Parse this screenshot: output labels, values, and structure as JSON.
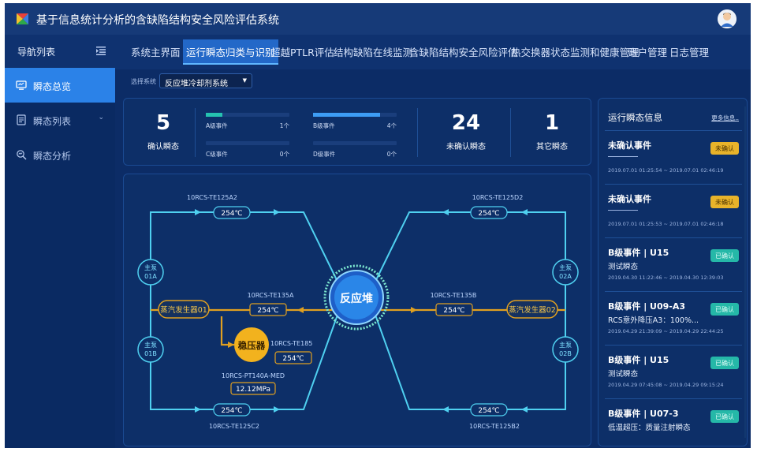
{
  "app": {
    "title": "基于信息统计分析的含缺陷结构安全风险评估系统"
  },
  "sidebar": {
    "title": "导航列表",
    "items": [
      {
        "label": "瞬态总览",
        "icon": "monitor-icon",
        "active": true
      },
      {
        "label": "瞬态列表",
        "icon": "list-icon",
        "active": false
      },
      {
        "label": "瞬态分析",
        "icon": "analysis-icon",
        "active": false
      }
    ]
  },
  "tabs": [
    {
      "label": "系统主界面",
      "active": false
    },
    {
      "label": "运行瞬态归类与识别",
      "active": true
    },
    {
      "label": "超越PTLR评估",
      "active": false
    },
    {
      "label": "结构缺陷在线监测",
      "active": false
    },
    {
      "label": "含缺陷结构安全风险评估",
      "active": false
    },
    {
      "label": "热交换器状态监测和健康管理",
      "active": false
    },
    {
      "label": "账户管理",
      "active": false
    },
    {
      "label": "日志管理",
      "active": false
    }
  ],
  "system_select": {
    "label": "选择系统",
    "value": "反应堆冷却剂系统"
  },
  "stats": {
    "confirmed": {
      "value": "5",
      "label": "确认瞬态"
    },
    "unconfirmed": {
      "value": "24",
      "label": "未确认瞬态"
    },
    "other": {
      "value": "1",
      "label": "其它瞬态"
    },
    "grades": [
      {
        "name": "A级事件",
        "count": "1个",
        "fraction": 0.2,
        "color": "#25c2b0"
      },
      {
        "name": "B级事件",
        "count": "4个",
        "fraction": 0.8,
        "color": "#3d9df5"
      },
      {
        "name": "C级事件",
        "count": "0个",
        "fraction": 0,
        "color": "#25c2b0"
      },
      {
        "name": "D级事件",
        "count": "0个",
        "fraction": 0,
        "color": "#3d9df5"
      }
    ]
  },
  "diagram": {
    "reactor": "反应堆",
    "pressurizer": "稳压器",
    "pump_a1": "主泵",
    "pump_a2": "01A",
    "pump_b1": "主泵",
    "pump_b2": "01B",
    "pump_c1": "主泵",
    "pump_c2": "02A",
    "pump_d1": "主泵",
    "pump_d2": "02B",
    "sg1": "蒸汽发生器01",
    "sg2": "蒸汽发生器02",
    "sensor_tl": {
      "tag": "10RCS-TE125A2",
      "value": "254℃"
    },
    "sensor_tr": {
      "tag": "10RCS-TE125D2",
      "value": "254℃"
    },
    "sensor_bl": {
      "tag": "10RCS-TE125C2",
      "value": "254℃"
    },
    "sensor_br": {
      "tag": "10RCS-TE125B2",
      "value": "254℃"
    },
    "sensor_ml": {
      "tag": "10RCS-TE135A",
      "value": "254℃"
    },
    "sensor_mr": {
      "tag": "10RCS-TE135B",
      "value": "254℃"
    },
    "sensor_pz": {
      "tag": "10RCS-TE185",
      "value": "254℃"
    },
    "sensor_pt": {
      "tag": "10RCS-PT140A-MED",
      "value": "12.12MPa"
    }
  },
  "info": {
    "title": "运行瞬态信息",
    "more": "更多信息..",
    "events": [
      {
        "title": "未确认事件",
        "desc": "",
        "time": "2019.07.01 01:25:54 ~ 2019.07.01 02:46:19",
        "badge": "未确认",
        "status": "unconfirmed"
      },
      {
        "title": "未确认事件",
        "desc": "",
        "time": "2019.07.01 01:25:53 ~ 2019.07.01 02:46:18",
        "badge": "未确认",
        "status": "unconfirmed"
      },
      {
        "title": "B级事件 | U15",
        "desc": "测试瞬态",
        "time": "2019.04.30 11:22:46 ~ 2019.04.30 12:39:03",
        "badge": "已确认",
        "status": "confirmed"
      },
      {
        "title": "B级事件 | U09-A3",
        "desc": "RCS意外降压A3：100%...",
        "time": "2019.04.29 21:39:09 ~ 2019.04.29 22:44:25",
        "badge": "已确认",
        "status": "confirmed"
      },
      {
        "title": "B级事件 | U15",
        "desc": "测试瞬态",
        "time": "2019.04.29 07:45:08 ~ 2019.04.29 09:15:24",
        "badge": "已确认",
        "status": "confirmed"
      },
      {
        "title": "B级事件 | U07-3",
        "desc": "低温超压：质量注射瞬态",
        "time": "",
        "badge": "已确认",
        "status": "confirmed"
      }
    ]
  },
  "colors": {
    "pipe_hot": "#e0a020",
    "pipe_cold": "#4fd0f0",
    "reactor": "#2a86e8",
    "pressurizer": "#f2b21e"
  }
}
